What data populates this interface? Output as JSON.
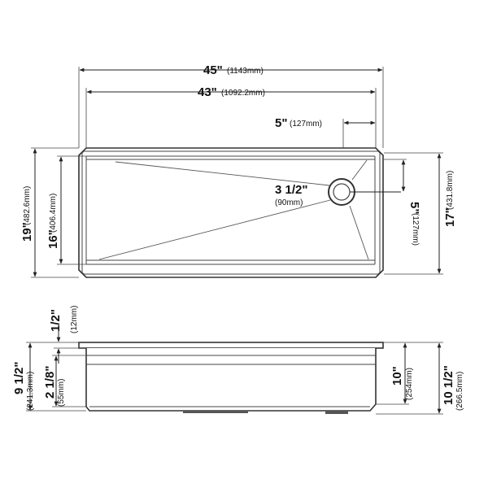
{
  "top_view": {
    "overall_width": {
      "main": "45\"",
      "metric": "(1143mm)"
    },
    "bowl_width": {
      "main": "43\"",
      "metric": "(1092.2mm)"
    },
    "drain_offset": {
      "main": "5\"",
      "metric": "(127mm)"
    },
    "drain_diameter": {
      "main": "3 1/2\"",
      "metric": "(90mm)"
    },
    "drain_to_top": {
      "main": "5\"",
      "metric": "(127mm)"
    },
    "overall_depth": {
      "main": "19\"",
      "metric": "(482.6mm)"
    },
    "bowl_depth": {
      "main": "16\"",
      "metric": "(406.4mm)"
    },
    "right_depth": {
      "main": "17\"",
      "metric": "(431.8mm)"
    }
  },
  "side_view": {
    "ledge": {
      "main": "1/2\"",
      "metric": "(12mm)"
    },
    "lip": {
      "main": "2 1/8\"",
      "metric": "(55mm)"
    },
    "total_height": {
      "main": "9 1/2\"",
      "metric": "(241.3mm)"
    },
    "bowl_height": {
      "main": "10\"",
      "metric": "(254mm)"
    },
    "overall_height": {
      "main": "10 1/2\"",
      "metric": "(266.5mm)"
    }
  }
}
